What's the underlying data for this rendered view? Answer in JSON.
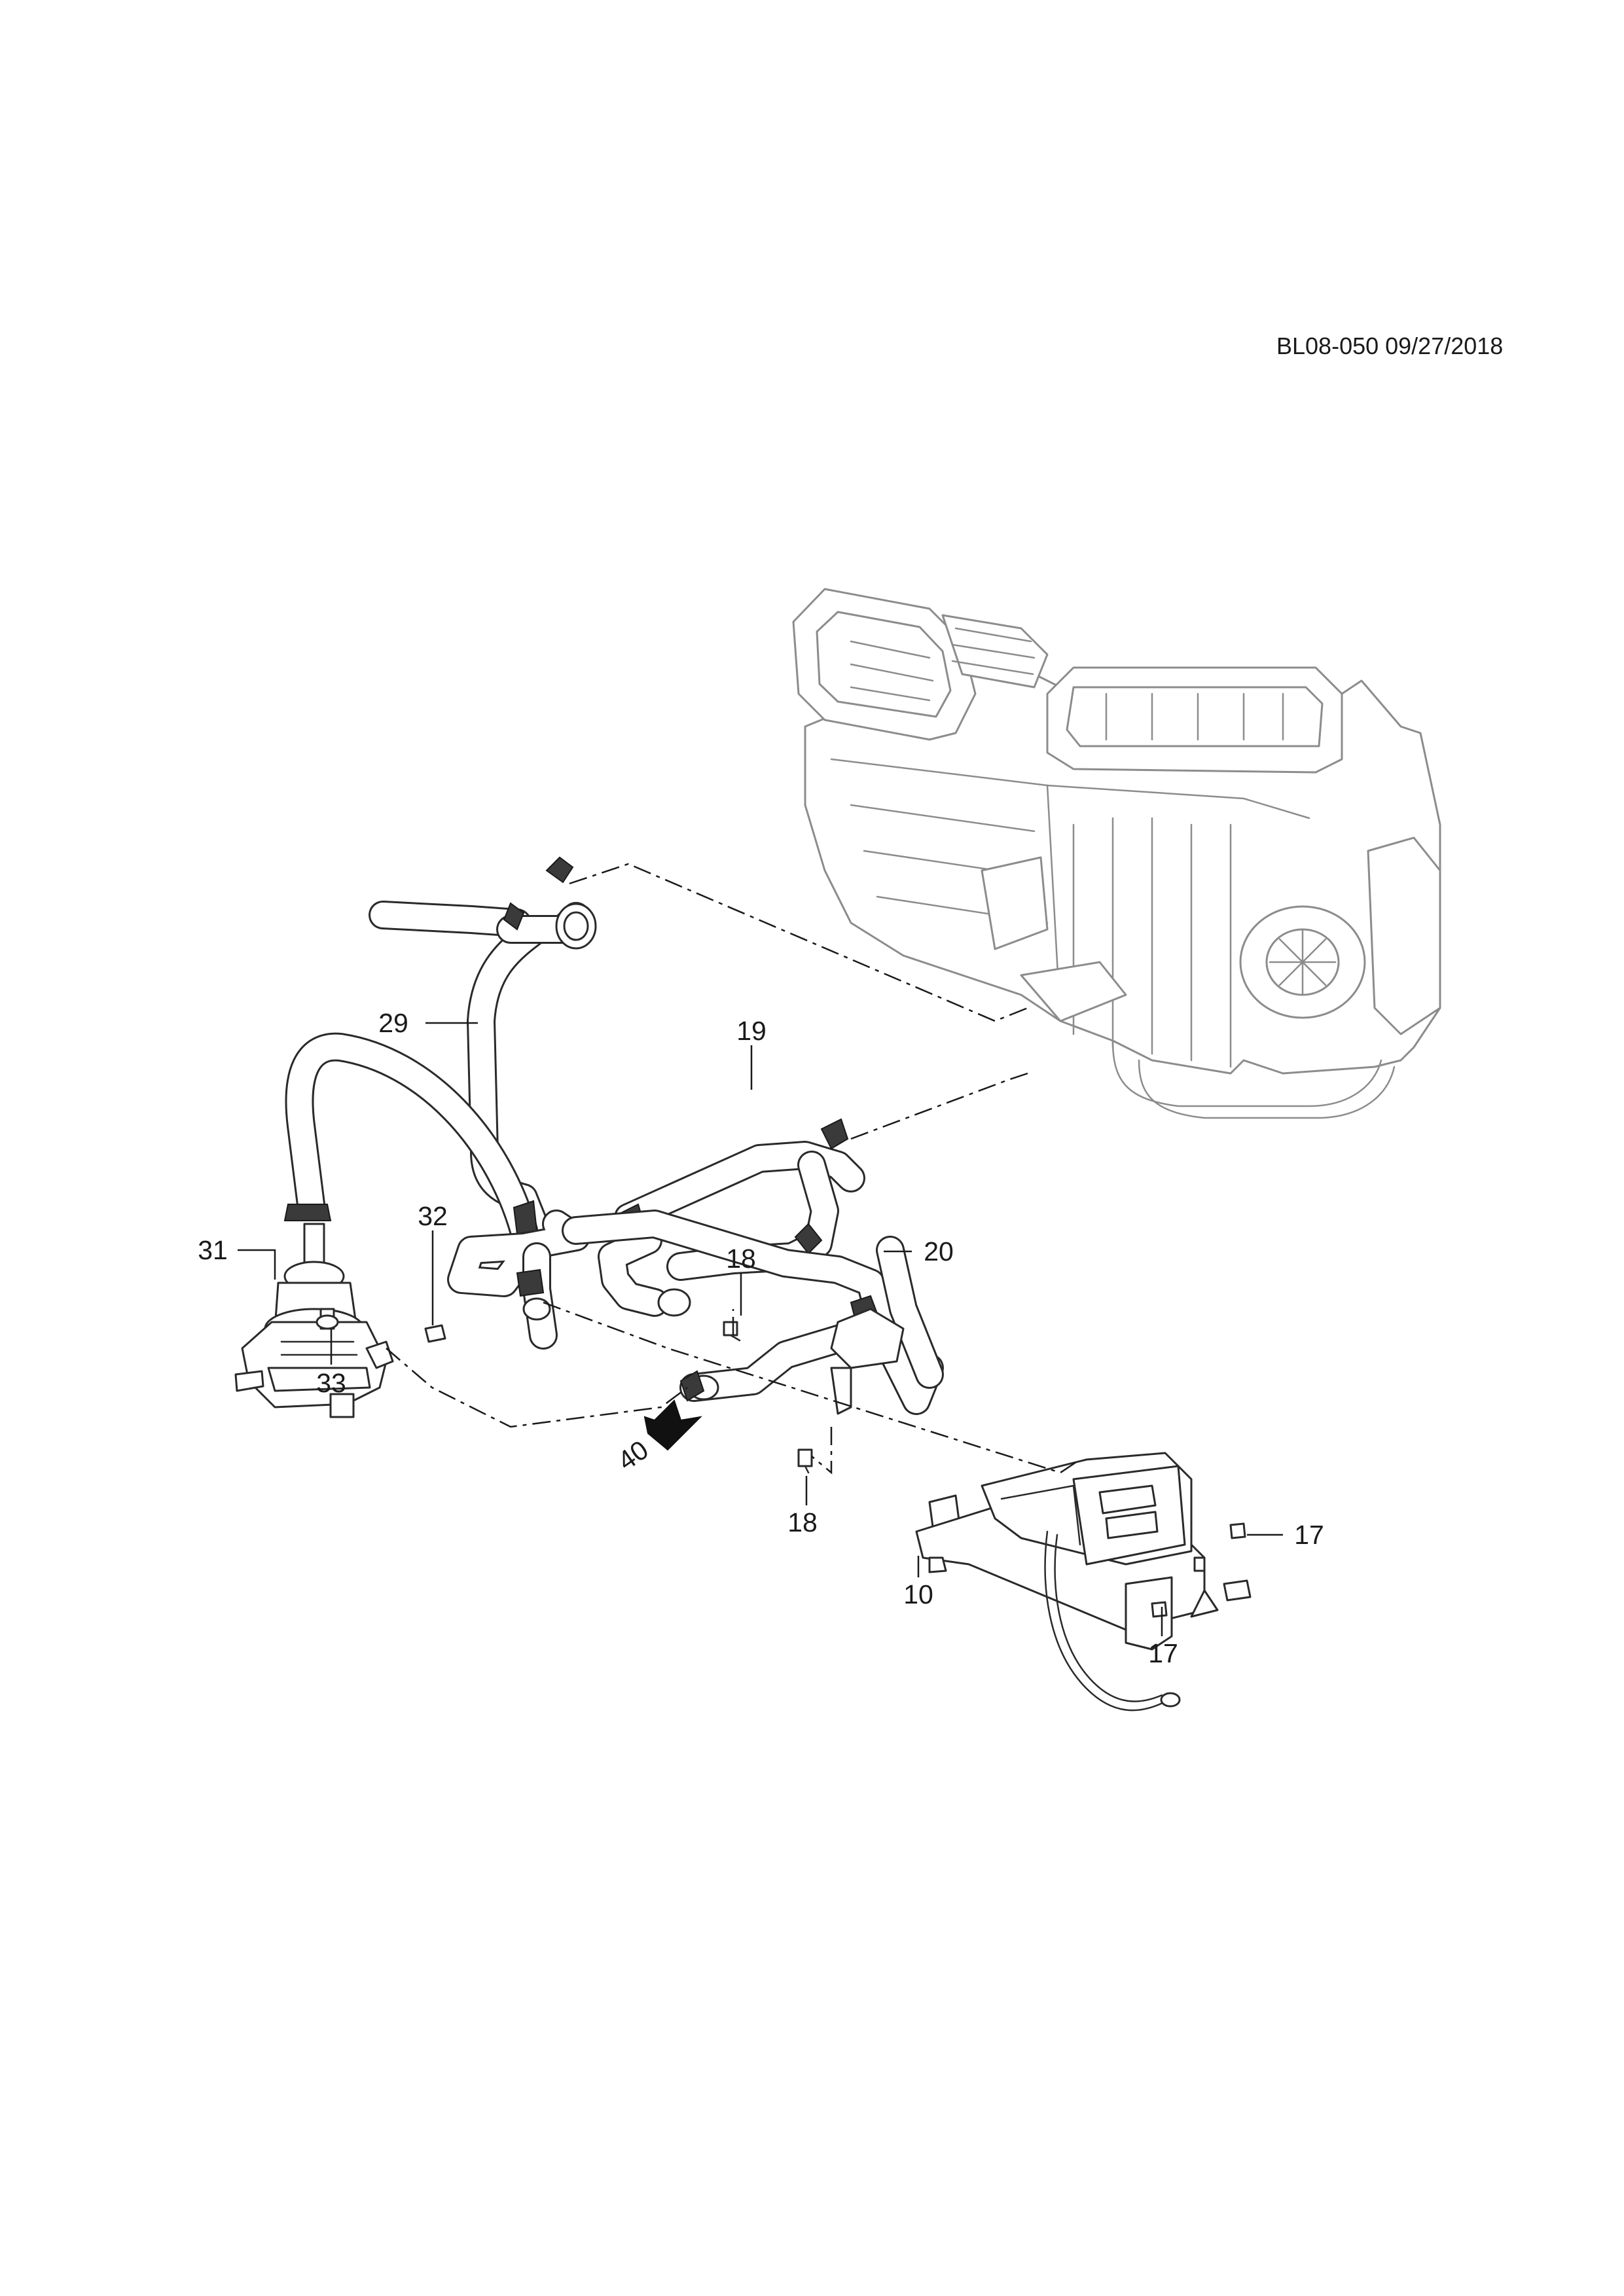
{
  "document": {
    "id_label": "BL08-050 09/27/2018"
  },
  "callouts": {
    "c29": "29",
    "c19": "19",
    "c20": "20",
    "c31": "31",
    "c32": "32",
    "c18a": "18",
    "c18b": "18",
    "c33": "33",
    "c40": "40",
    "c10": "10",
    "c17a": "17",
    "c17b": "17"
  },
  "colors": {
    "line": "#2a2a2a",
    "background_unit": "#8c8c8c",
    "arrow": "#111111"
  }
}
